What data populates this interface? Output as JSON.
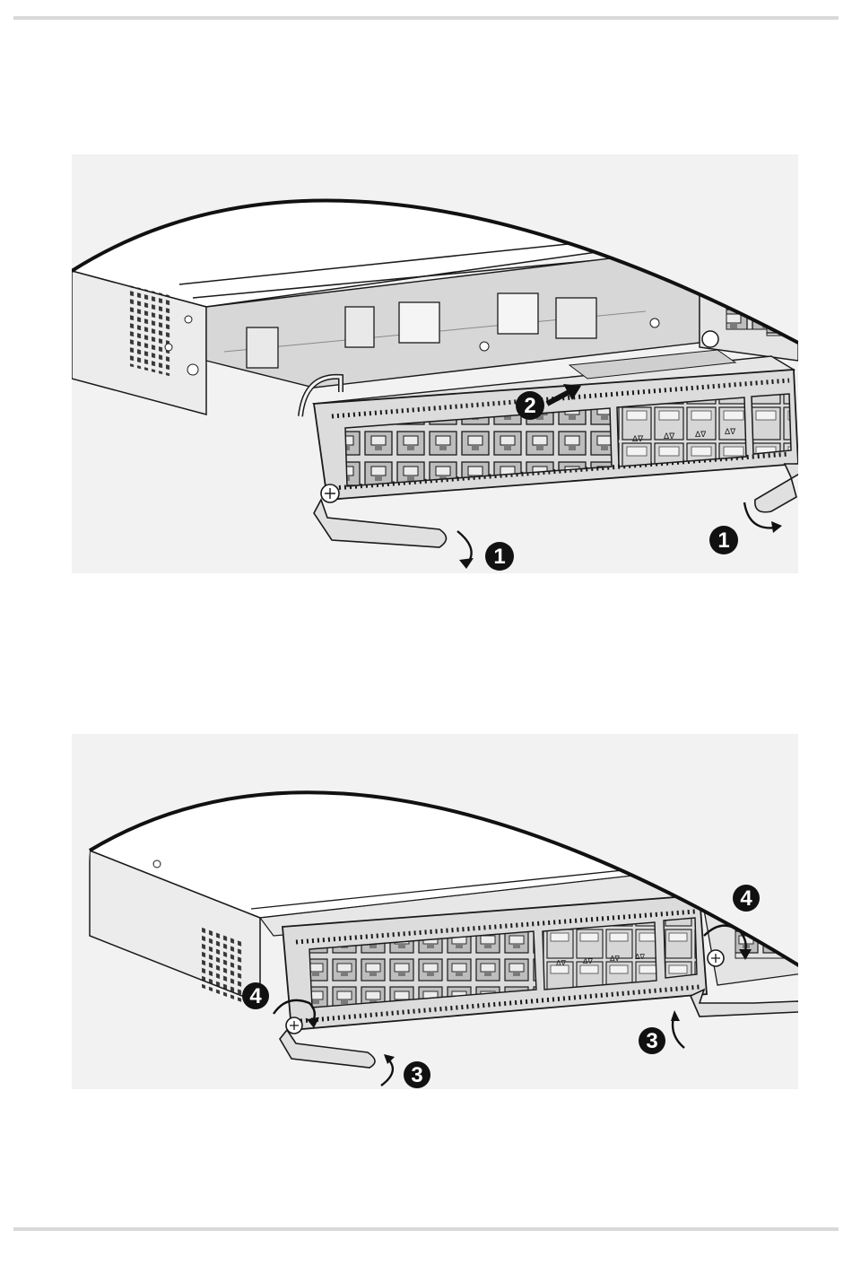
{
  "callouts": {
    "figure_1": {
      "step_1_left": "1",
      "step_1_right": "1",
      "step_2": "2"
    },
    "figure_2": {
      "step_3_left": "3",
      "step_3_right": "3",
      "step_4_left": "4",
      "step_4_right": "4"
    }
  },
  "port_markers": {
    "sfp_pair": "Δ∇"
  }
}
